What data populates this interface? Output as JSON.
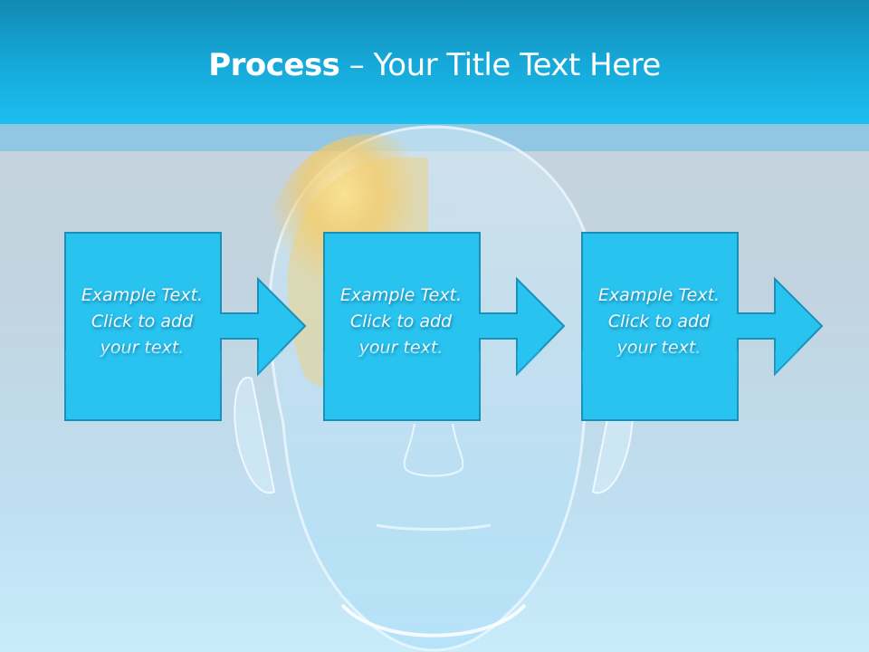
{
  "slide": {
    "title_bold": "Process",
    "title_rest": " – Your Title Text Here"
  },
  "steps": [
    {
      "line1": "Example Text.",
      "line2": "Click  to add",
      "line3": "your text."
    },
    {
      "line1": "Example Text.",
      "line2": "Click  to add",
      "line3": "your text."
    },
    {
      "line1": "Example Text.",
      "line2": "Click  to add",
      "line3": "your text."
    }
  ],
  "colors": {
    "header_top": "#118ab2",
    "header_bottom": "#1bbff0",
    "step_fill": "#29c3f0",
    "step_border": "#1a8fb8",
    "text": "#ffffff"
  }
}
